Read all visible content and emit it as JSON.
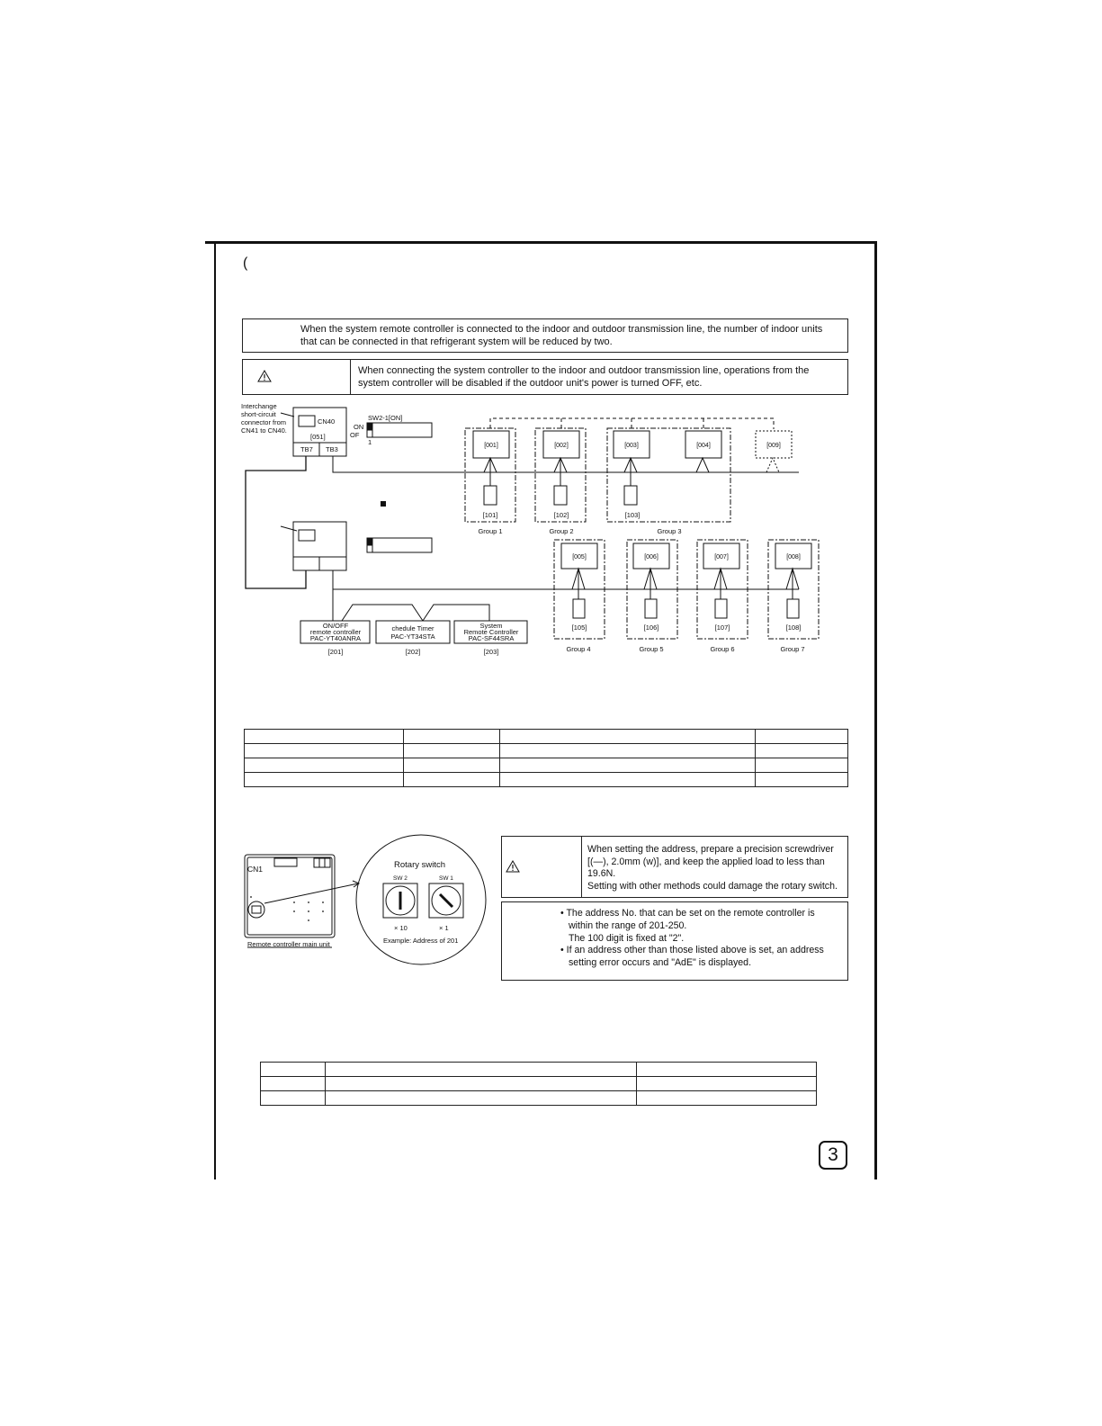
{
  "page": {
    "opening_paren": "(",
    "page_number": "3"
  },
  "notes": {
    "capacity_note_line1": "When the system remote controller is connected to the indoor and outdoor transmission line, the number of indoor units",
    "capacity_note_line2": "that can be connected in that refrigerant system will be reduced by two.",
    "caution_note_line1": "When connecting the system controller to the indoor and outdoor transmission line, operations from the",
    "caution_note_line2": "system controller will be disabled if the outdoor unit's power is turned OFF, etc."
  },
  "diagram": {
    "interchange_label": [
      "Interchange",
      "short-circuit",
      "connector from",
      "CN41 to CN40."
    ],
    "cn40": "CN40",
    "outdoor_address": "[051]",
    "tb7": "TB7",
    "tb3": "TB3",
    "switch_label": "SW2-1[ON]",
    "on": "ON",
    "off": "OF",
    "switch_num": "1",
    "indoor_units_row1": [
      "[001]",
      "[002]",
      "[003]",
      "[004]",
      "[009]"
    ],
    "remotes_row1": [
      "[101]",
      "[102]",
      "[103]"
    ],
    "groups_row1": [
      "Group 1",
      "Group 2",
      "Group 3"
    ],
    "indoor_units_row2": [
      "[005]",
      "[006]",
      "[007]",
      "[008]"
    ],
    "remotes_row2": [
      "[105]",
      "[106]",
      "[107]",
      "[108]"
    ],
    "groups_row2": [
      "Group 4",
      "Group 5",
      "Group 6",
      "Group 7"
    ],
    "controllers": [
      {
        "line1": "ON/OFF",
        "line2": "remote controller",
        "line3": "PAC-YT40ANRA",
        "address": "[201]"
      },
      {
        "line1": "chedule Timer",
        "line2": "PAC-YT34STA",
        "line3": "",
        "address": "[202]"
      },
      {
        "line1": "System",
        "line2": "Remote Controller",
        "line3": "PAC-SF44SRA",
        "address": "[203]"
      }
    ]
  },
  "rotary": {
    "cn1": "CN1",
    "main_unit_label": "Remote controller main unit",
    "title": "Rotary switch",
    "sw2": "SW 2",
    "sw1": "SW 1",
    "x10": "× 10",
    "x1": "× 1",
    "example": "Example: Address of 201",
    "warning_line1": "When setting the address, prepare a precision screwdriver",
    "warning_line2": "[(—), 2.0mm (w)], and keep the applied load to less than",
    "warning_line3": "19.6N.",
    "warning_line4": "Setting with other methods could damage the rotary switch.",
    "address_b1": "• The address No. that can be set on the remote controller is",
    "address_b1b": "within the range of 201-250.",
    "address_b1c": "The 100 digit is fixed at \"2\".",
    "address_b2": "• If an address other than those listed above is set, an address",
    "address_b2b": "setting error occurs and \"AdE\" is displayed."
  },
  "icons": {
    "warning": "warning-triangle-icon"
  }
}
